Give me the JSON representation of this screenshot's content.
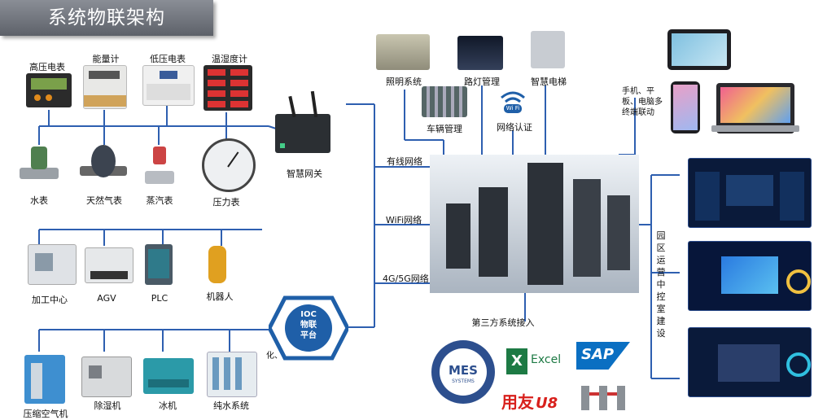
{
  "title": "系统物联架构",
  "meters": {
    "high_voltage": "高压电表",
    "energy": "能量计",
    "low_voltage": "低压电表",
    "temp_humidity": "温湿度计"
  },
  "sensors": {
    "water": "水表",
    "gas": "天然气表",
    "steam": "蒸汽表",
    "pressure": "压力表"
  },
  "gateway": "智慧网关",
  "machines": {
    "cnc": "加工中心",
    "agv": "AGV",
    "plc": "PLC",
    "robot": "机器人"
  },
  "ioc": {
    "line1": "IOC",
    "line2": "物联",
    "line3": "平台",
    "side_text": "化、"
  },
  "equipment": {
    "air_compressor": "压缩空气机",
    "dehumidifier": "除湿机",
    "chiller": "冰机",
    "pure_water": "纯水系统"
  },
  "top_systems": {
    "lighting": "照明系统",
    "street_light": "路灯管理",
    "elevator": "智慧电梯",
    "vehicle": "车辆管理",
    "network_auth": "网络认证",
    "wifi_badge": "Wi Fi"
  },
  "networks": {
    "wired": "有线网络",
    "wifi": "WiFi网络",
    "cellular": "4G/5G网络"
  },
  "third_party": "第三方系统接入",
  "terminals": "手机、平板、电脑多终端联动",
  "control_room": "园区运营中控室建设",
  "logos": {
    "mes": "MES",
    "mes_sub": "SYSTEMS",
    "excel": "Excel",
    "sap": "SAP",
    "yonyou": "用友",
    "yonyou_suffix": "U8"
  },
  "colors": {
    "line": "#2e5fb0",
    "title_bg": "#6f737b",
    "ioc": "#1f5fa8",
    "dashboard": "#0a1a3a"
  }
}
